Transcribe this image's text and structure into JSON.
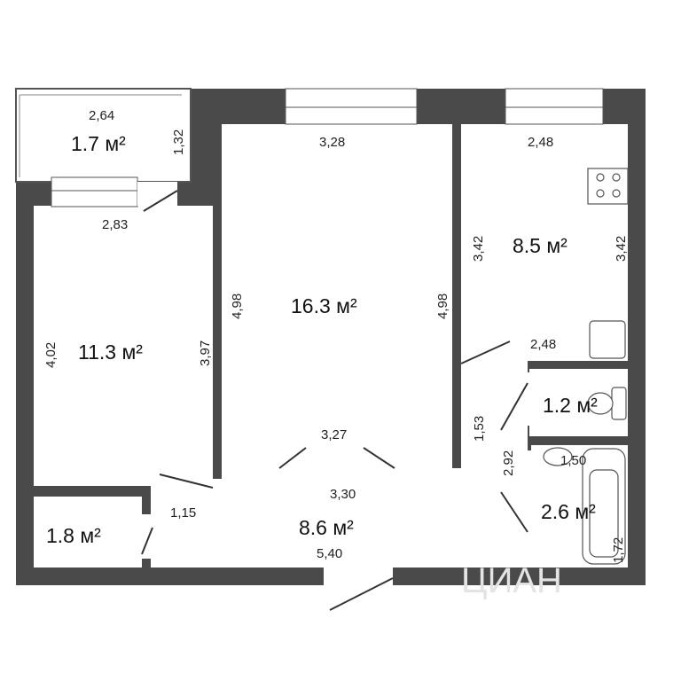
{
  "rooms": {
    "balcony": {
      "area": "1.7 м²",
      "width": "2,64",
      "depth": "1,32"
    },
    "bedroom": {
      "area": "11.3 м²",
      "top": "2,83",
      "left": "4,02",
      "right": "3,97"
    },
    "living": {
      "area": "16.3 м²",
      "top": "3,28",
      "bottom": "3,27",
      "left": "4,98",
      "right": "4,98"
    },
    "kitchen": {
      "area": "8.5 м²",
      "top": "2,48",
      "bottom": "2,48",
      "left": "3,42",
      "right": "3,42"
    },
    "toilet": {
      "area": "1.2 м²"
    },
    "bathroom": {
      "area": "2.6 м²",
      "width": "1,50",
      "length": "1,72"
    },
    "hall": {
      "area": "8.6 м²",
      "top": "3,30",
      "bottom": "5,40",
      "side": "1,15",
      "corridor_a": "1,53",
      "corridor_b": "2,92"
    },
    "closet": {
      "area": "1.8 м²"
    }
  },
  "watermark": "ЦИАН",
  "colors": {
    "wall": "#4a4a4a",
    "background": "#ffffff"
  }
}
